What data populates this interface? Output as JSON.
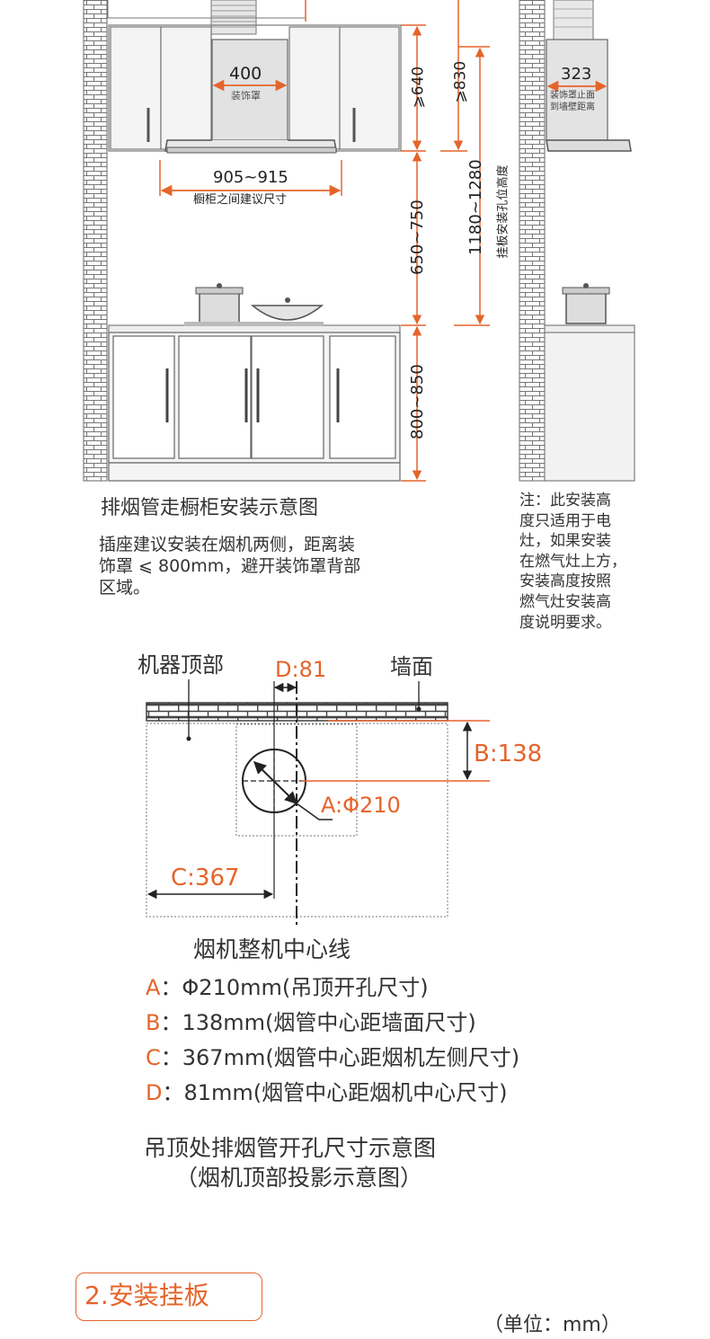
{
  "top": {
    "hood_width": "400",
    "hood_label": "装饰罩",
    "cabinet_gap": "905~915",
    "cabinet_gap_label": "橱柜之间建议尺寸",
    "min_640": "⩾640",
    "min_830": "⩾830",
    "range_650": "650~750",
    "range_1180": "1180~1280",
    "hole_label": "挂板安装孔位高度",
    "range_800": "800~850",
    "side_width": "323",
    "side_label_1": "装饰罩止面",
    "side_label_2": "到墙壁距离",
    "title": "排烟管走橱柜安装示意图",
    "desc": [
      "插座建议安装在烟机两侧，距离装",
      "饰罩 ⩽ 800mm，避开装饰罩背部",
      "区域。"
    ],
    "note": [
      "注：此安装高",
      "度只适用于电",
      "灶，如果安装",
      "在燃气灶上方，",
      "安装高度按照",
      "燃气灶安装高",
      "度说明要求。"
    ]
  },
  "plan": {
    "machine_top": "机器顶部",
    "wall": "墙面",
    "d_label": "D:81",
    "b_label": "B:138",
    "a_label": "A:Φ210",
    "c_label": "C:367",
    "centerline": "烟机整机中心线"
  },
  "legend": [
    {
      "key": "A",
      "text": "：Φ210mm(吊顶开孔尺寸)"
    },
    {
      "key": "B",
      "text": "：138mm(烟管中心距墙面尺寸)"
    },
    {
      "key": "C",
      "text": "：367mm(烟管中心距烟机左侧尺寸)"
    },
    {
      "key": "D",
      "text": "：81mm(烟管中心距烟机中心尺寸)"
    }
  ],
  "caption": {
    "line1": "吊顶处排烟管开孔尺寸示意图",
    "line2": "（烟机顶部投影示意图）"
  },
  "section": {
    "label": "2.安装挂板"
  },
  "unit": "（单位：mm）",
  "colors": {
    "accent": "#e5642a",
    "line": "#555555"
  }
}
